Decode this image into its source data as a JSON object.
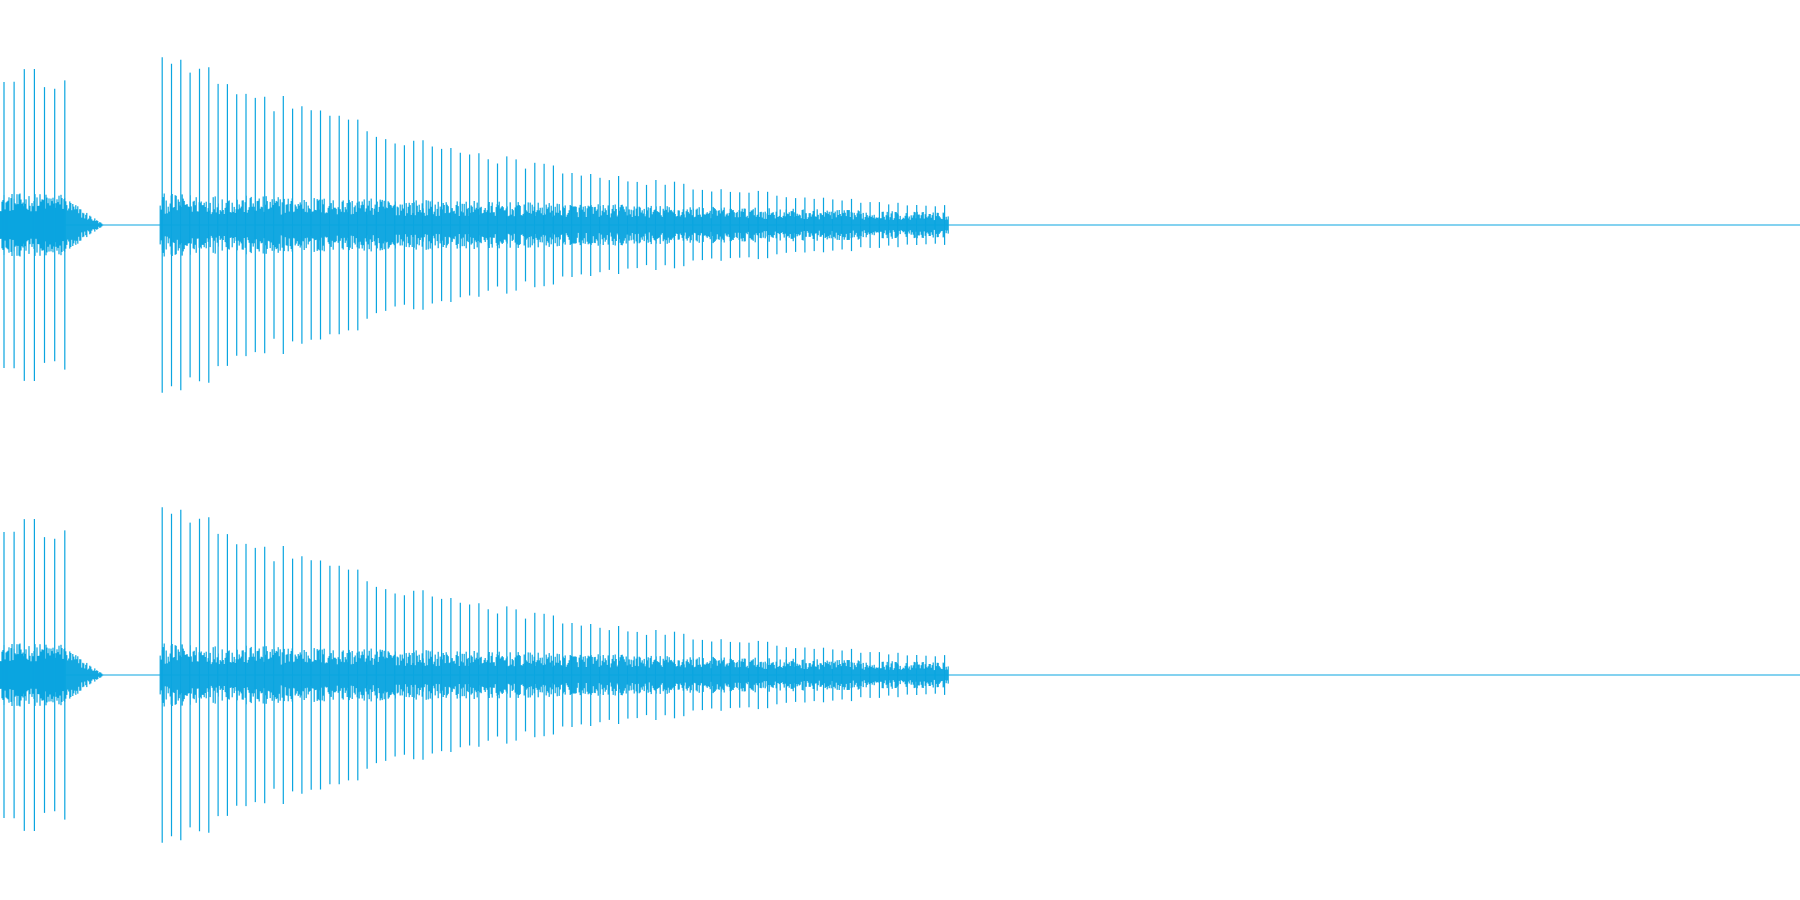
{
  "waveform": {
    "color": "#0aa5e0",
    "background": "#ffffff",
    "channels": [
      {
        "id": "left"
      },
      {
        "id": "right"
      }
    ],
    "bursts": [
      {
        "start": 0.0,
        "end": 0.036,
        "decay_start": 0.036,
        "decay_end": 0.058,
        "peak": 0.79,
        "pulses": 7
      },
      {
        "start": 0.089,
        "end": 0.527,
        "peak": 0.89,
        "end_peak": 0.1,
        "pulses": 85
      }
    ],
    "noise_floor": 0.11
  }
}
